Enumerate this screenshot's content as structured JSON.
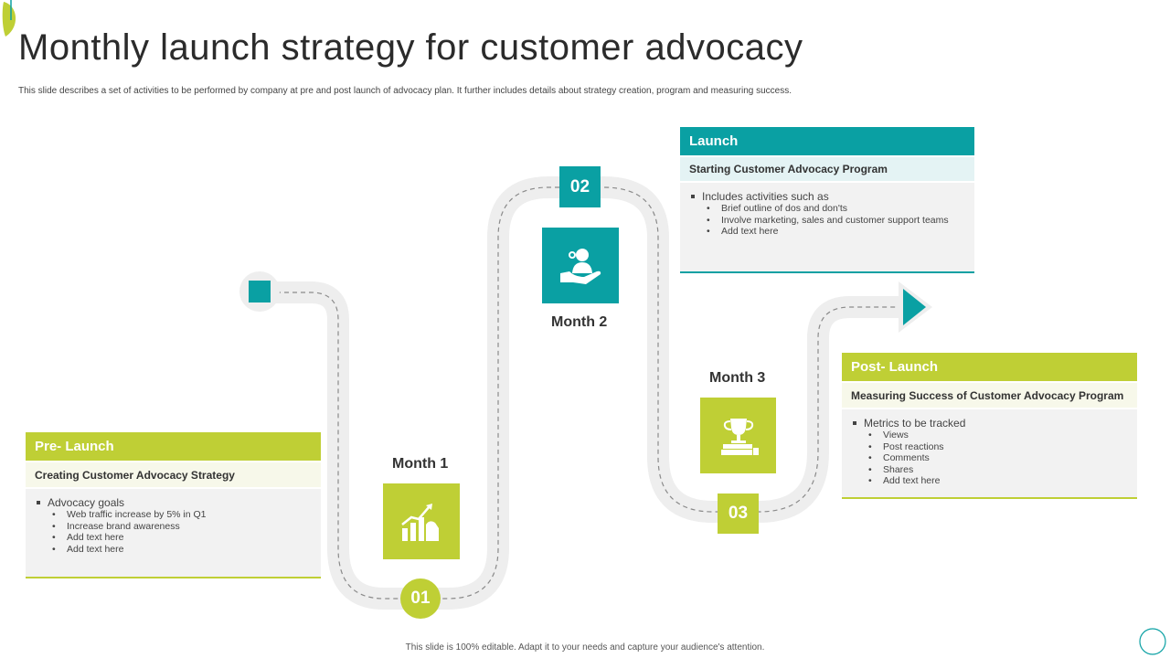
{
  "title": "Monthly launch strategy for customer advocacy",
  "subtitle": "This slide describes a set of activities to be performed by company at pre and post launch of advocacy plan. It further includes details about strategy creation, program and measuring success.",
  "footer": "This slide is 100% editable.  Adapt it to your needs and capture your audience's attention.",
  "colors": {
    "green": "#bfcf35",
    "teal": "#0aa0a3",
    "road": "#eeeeee",
    "body": "#f2f2f2"
  },
  "stages": [
    {
      "number": "01",
      "month": "Month 1",
      "icon": "growth-chart-hand-icon",
      "heading": "Pre- Launch",
      "subheading": "Creating Customer Advocacy Strategy",
      "main_point": "Advocacy goals",
      "bullets": [
        "Web traffic increase by 5% in Q1",
        "Increase brand awareness",
        "Add text here",
        "Add text here"
      ]
    },
    {
      "number": "02",
      "month": "Month 2",
      "icon": "person-in-hand-icon",
      "heading": "Launch",
      "subheading": "Starting Customer Advocacy Program",
      "main_point": "Includes activities such as",
      "bullets": [
        "Brief outline of dos and don'ts",
        "Involve marketing, sales and customer support teams",
        "Add text here"
      ]
    },
    {
      "number": "03",
      "month": "Month 3",
      "icon": "trophy-books-icon",
      "heading": "Post- Launch",
      "subheading": "Measuring Success of Customer Advocacy Program",
      "main_point": "Metrics to be tracked",
      "bullets": [
        "Views",
        "Post reactions",
        "Comments",
        "Shares",
        "Add text here"
      ]
    }
  ]
}
